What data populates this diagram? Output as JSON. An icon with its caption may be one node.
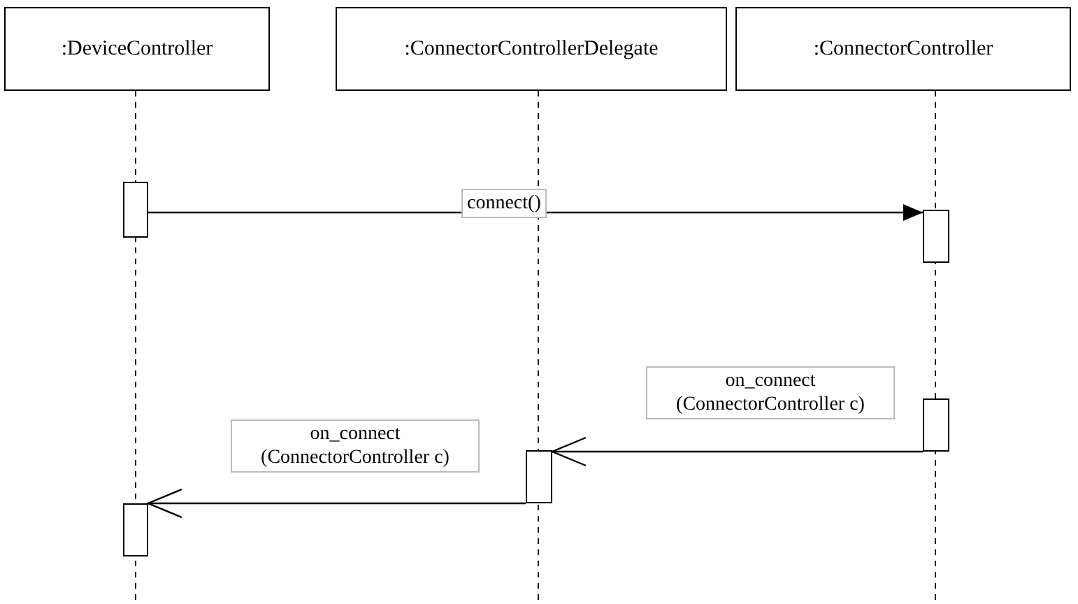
{
  "diagram": {
    "nodes": [
      {
        "text": [
          ":DeviceController"
        ]
      },
      {
        "text": [
          ":ConnectorControllerDelegate"
        ]
      },
      {
        "text": [
          ":ConnectorController"
        ]
      },
      {
        "text": [],
        "shape": "bar"
      },
      {
        "text": [],
        "shape": "bar"
      },
      {
        "text": [],
        "shape": "bar"
      },
      {
        "text": [],
        "shape": "bar"
      },
      {
        "text": [],
        "shape": "bar"
      }
    ],
    "edges": [
      {
        "from": 3,
        "to": 4,
        "arrow": "to",
        "label": "connect()"
      },
      {
        "from": 5,
        "to": 6,
        "arrow": "to",
        "label": "on_connect (ConnectorController c)"
      },
      {
        "from": 6,
        "to": 7,
        "arrow": "to",
        "label": "on_connect (ConnectorController c)"
      }
    ]
  }
}
